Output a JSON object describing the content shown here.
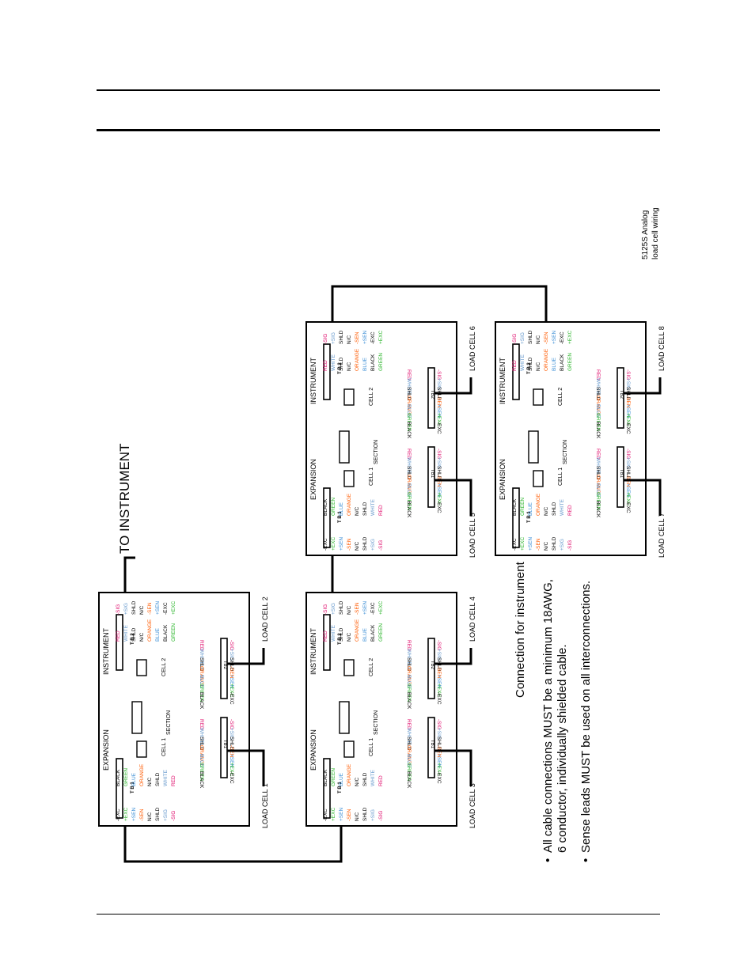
{
  "page": {
    "to_instrument": "TO INSTRUMENT",
    "connection_caption": "Connection for instrument",
    "figure_caption_line1": "5125S Analog",
    "figure_caption_line2": "load cell wiring",
    "notes": [
      "All cable connections MUST be a minimum 18AWG,",
      "6 conductor, individually shielded cable.",
      "Sense leads MUST be used on all interconnections."
    ],
    "bullet": "•"
  },
  "board": {
    "left_title": "EXPANSION",
    "right_title": "INSTRUMENT",
    "section_label": "SECTION",
    "cell1_label": "CELL 1",
    "cell2_label": "CELL 2",
    "tb1_label": "TB1",
    "tb2_label": "TB2",
    "t_b_1": "T B 1",
    "t_b_2": "T B 2",
    "tb_terms_left": [
      "-EXC",
      "+EXC",
      "+SEN",
      "-SEN",
      "N/C",
      "SHLD",
      "+SIG",
      "-SIG"
    ],
    "tb_wires_left": [
      "BLACK",
      "GREEN",
      "BLUE",
      "ORANGE",
      "N/C",
      "SHLD",
      "WHITE",
      "RED"
    ],
    "tb_terms_right": [
      "-SIG",
      "+SIG",
      "SHLD",
      "N/C",
      "-SEN",
      "+SEN",
      "-EXC",
      "+EXC"
    ],
    "tb_wires_right": [
      "RED",
      "WHITE",
      "SHLD",
      "N/C",
      "ORANGE",
      "BLUE",
      "BLACK",
      "GREEN"
    ],
    "cell_terms": [
      "-SIG",
      "+SIG",
      "SHLD",
      "-SEN",
      "+SEN",
      "+EXC",
      "-EXC"
    ],
    "cell_wires": [
      "RED",
      "WHITE",
      "SHLD",
      "ORANGE",
      "BLUE",
      "GREEN",
      "BLACK"
    ],
    "colors": {
      "-SIG": "#e0106e",
      "+SIG": "#6699cc",
      "SHLD": "#000000",
      "N/C": "#000000",
      "-SEN": "#ff5a00",
      "+SEN": "#3d8fd6",
      "-EXC": "#000000",
      "+EXC": "#2bb52b",
      "RED": "#e0106e",
      "WHITE": "#6699cc",
      "ORANGE": "#ff5a00",
      "BLUE": "#3d8fd6",
      "BLACK": "#000000",
      "GREEN": "#2bb52b"
    }
  },
  "boards": [
    {
      "id": "board-a",
      "cell_a": "LOAD CELL 1",
      "cell_b": "LOAD CELL 2"
    },
    {
      "id": "board-b",
      "cell_a": "LOAD CELL 3",
      "cell_b": "LOAD CELL 4"
    },
    {
      "id": "board-c",
      "cell_a": "LOAD CELL 5",
      "cell_b": "LOAD CELL 6"
    },
    {
      "id": "board-d",
      "cell_a": "LOAD CELL 7",
      "cell_b": "LOAD CELL 8"
    }
  ]
}
